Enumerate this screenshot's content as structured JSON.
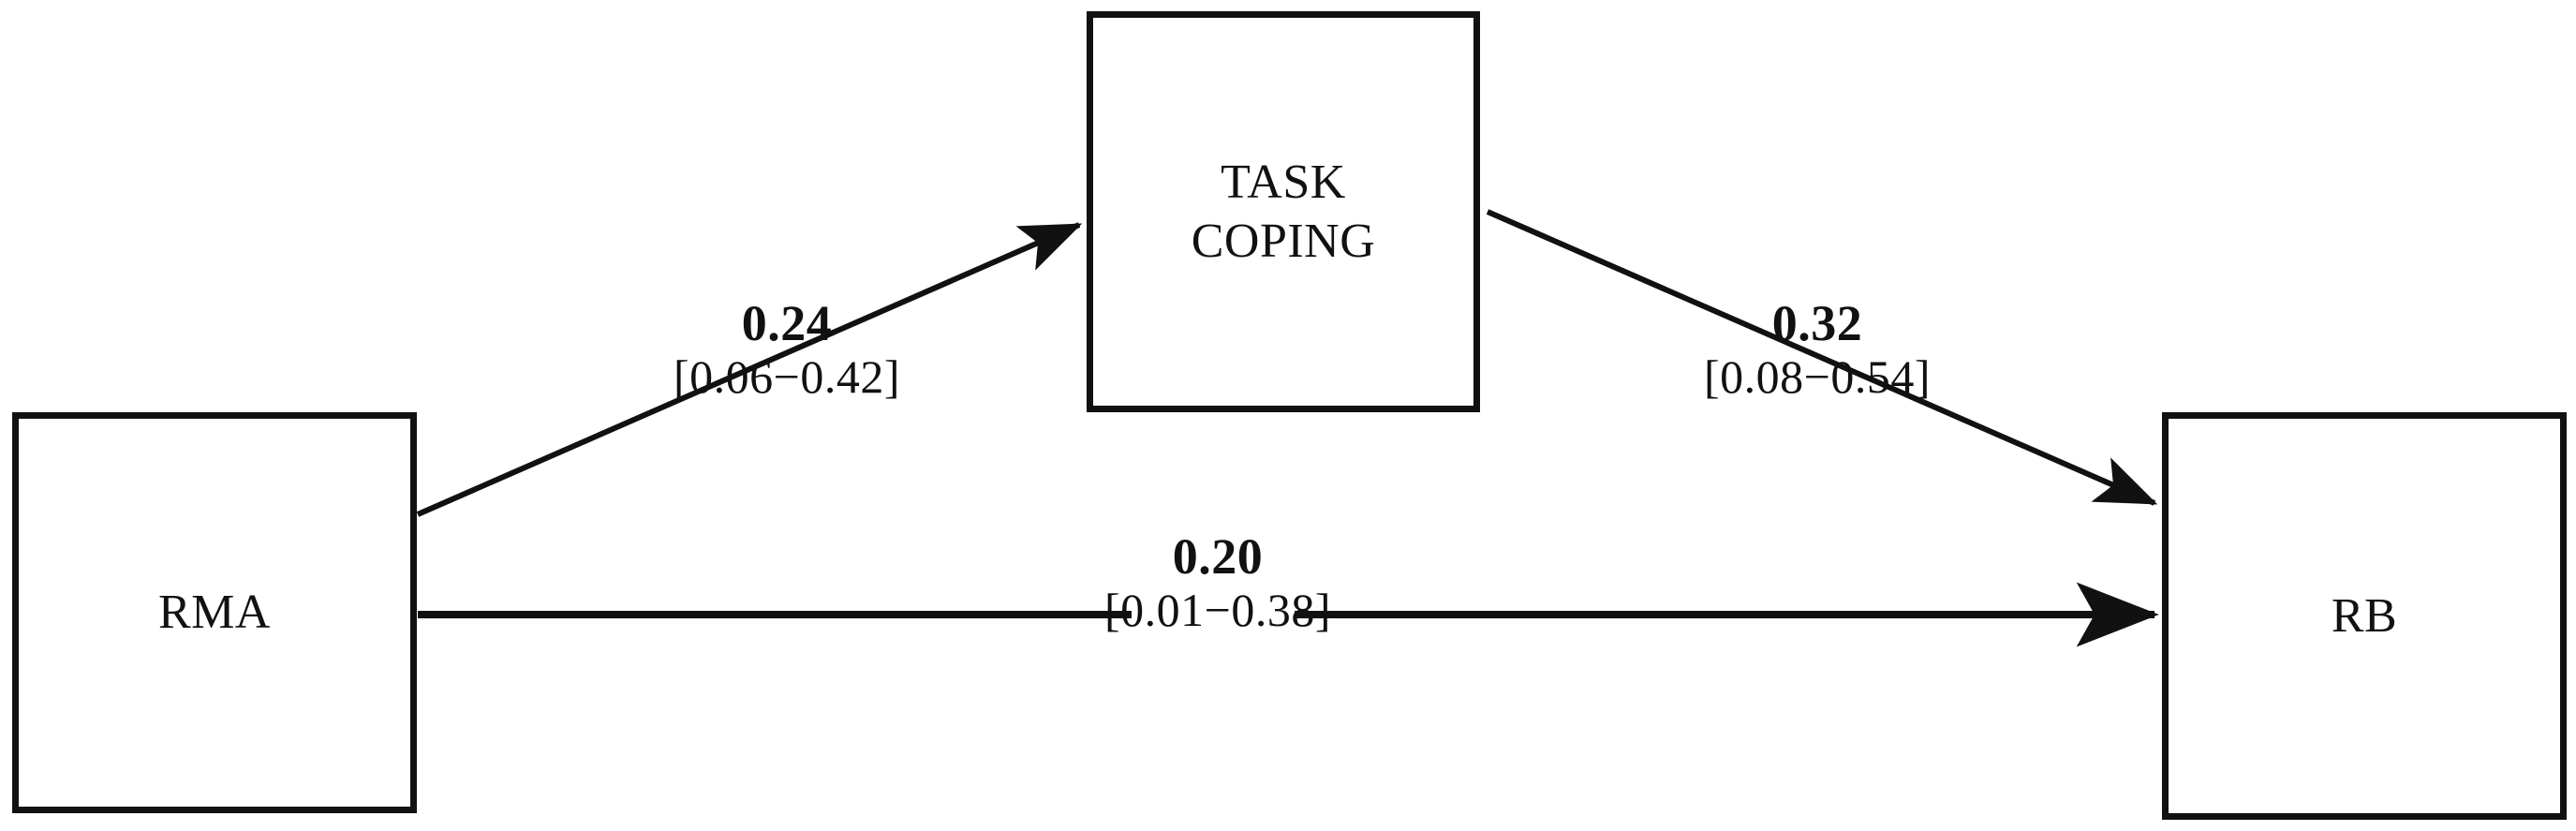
{
  "figure": {
    "type": "mediation-path-diagram",
    "background_color": "#ffffff",
    "stroke_color": "#111111"
  },
  "nodes": {
    "predictor": {
      "id": "RMA",
      "label": "RMA"
    },
    "mediator": {
      "id": "TASK_COPING",
      "label": "TASK\nCOPING"
    },
    "outcome": {
      "id": "RB",
      "label": "RB"
    }
  },
  "paths": {
    "a": {
      "from": "RMA",
      "to": "TASK COPING",
      "coefficient": "0.24",
      "confidence_interval": "[0.06−0.42]",
      "ci_lower": 0.06,
      "ci_upper": 0.42,
      "value": 0.24
    },
    "b": {
      "from": "TASK COPING",
      "to": "RB",
      "coefficient": "0.32",
      "confidence_interval": "[0.08−0.54]",
      "ci_lower": 0.08,
      "ci_upper": 0.54,
      "value": 0.32
    },
    "c_prime": {
      "from": "RMA",
      "to": "RB",
      "coefficient": "0.20",
      "confidence_interval": "[0.01−0.38]",
      "ci_lower": 0.01,
      "ci_upper": 0.38,
      "value": 0.2
    }
  }
}
